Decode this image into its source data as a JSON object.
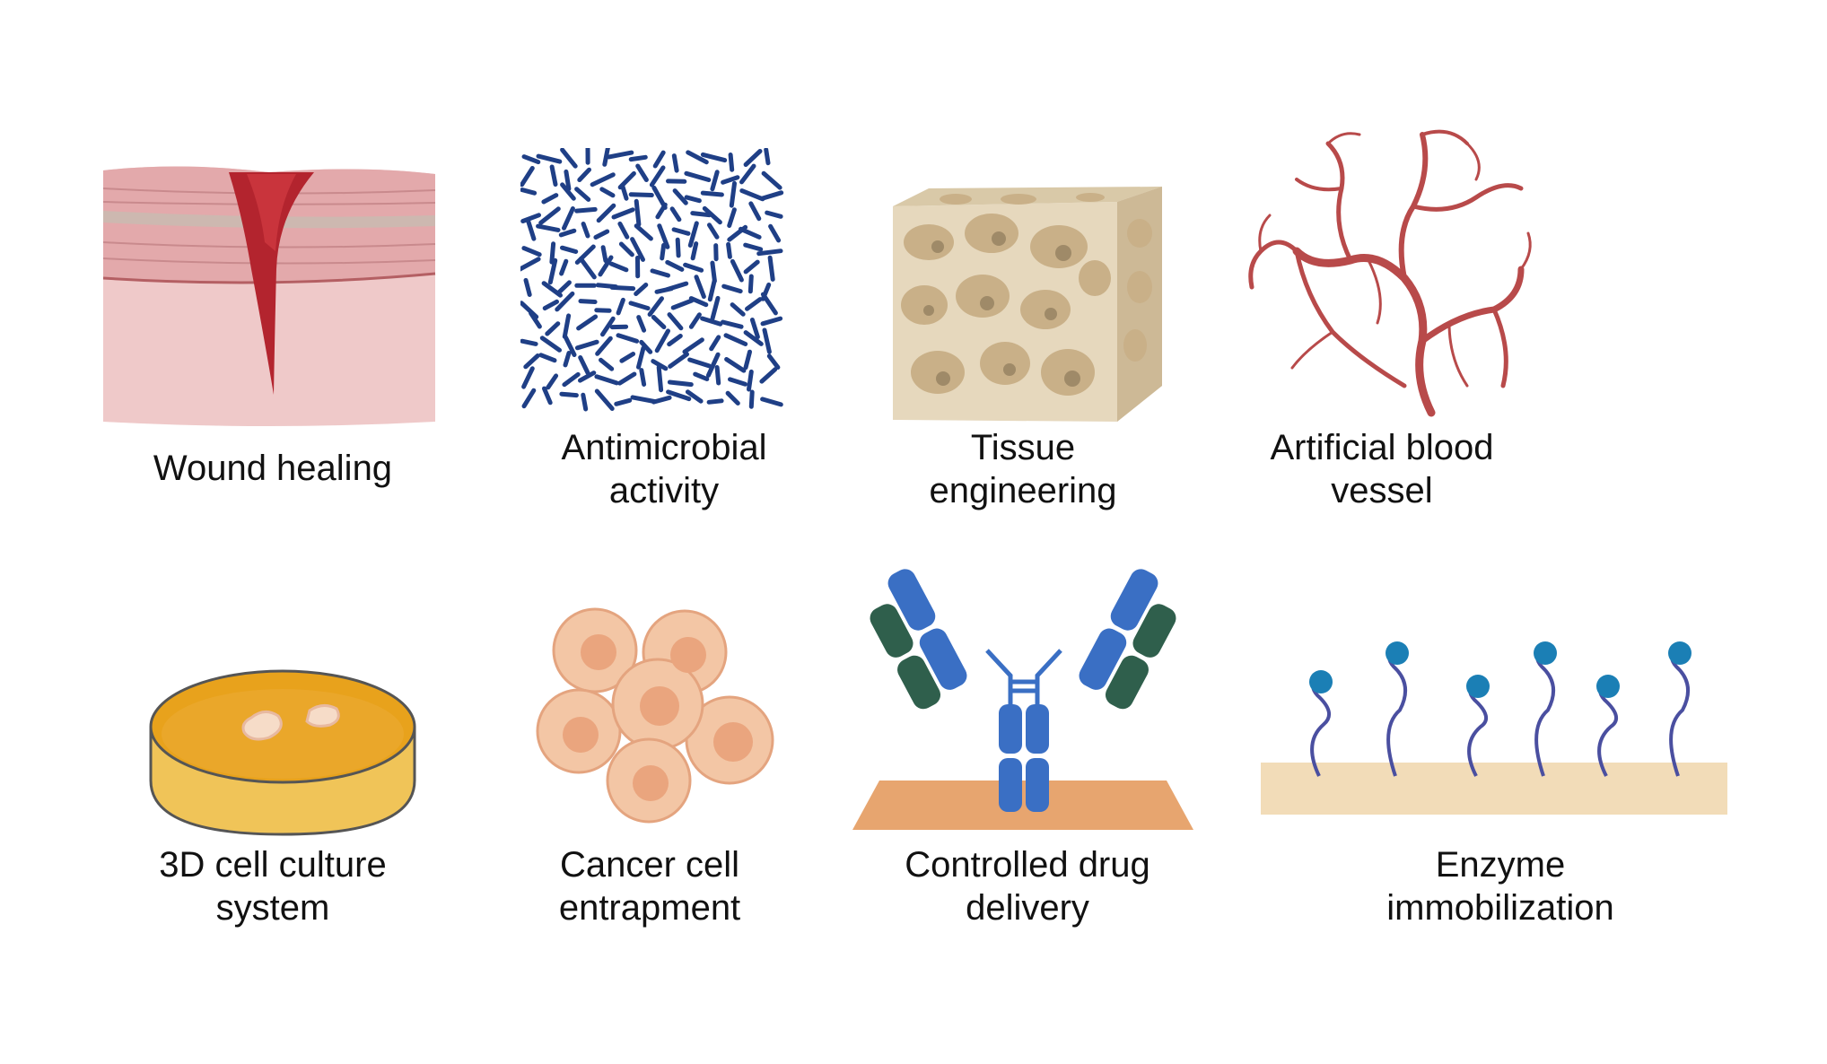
{
  "panels": [
    {
      "id": "wound-healing",
      "label": [
        "Wound healing"
      ],
      "icon": "skin-wound-icon"
    },
    {
      "id": "antimicrobial",
      "label": [
        "Antimicrobial",
        "activity"
      ],
      "icon": "bacteria-rods-icon"
    },
    {
      "id": "tissue-engineering",
      "label": [
        "Tissue",
        "engineering"
      ],
      "icon": "porous-scaffold-icon"
    },
    {
      "id": "blood-vessel",
      "label": [
        "Artificial blood",
        "vessel"
      ],
      "icon": "blood-vessel-network-icon"
    },
    {
      "id": "cell-culture",
      "label": [
        "3D cell culture",
        "system"
      ],
      "icon": "petri-dish-icon"
    },
    {
      "id": "cancer-cell",
      "label": [
        "Cancer cell",
        "entrapment"
      ],
      "icon": "cells-cluster-icon"
    },
    {
      "id": "drug-delivery",
      "label": [
        "Controlled drug",
        "delivery"
      ],
      "icon": "antibody-icon"
    },
    {
      "id": "enzyme",
      "label": [
        "Enzyme",
        "immobilization"
      ],
      "icon": "immobilized-enzymes-icon"
    }
  ],
  "colors": {
    "skin": "#eec6c6",
    "skin_line": "#b45f63",
    "wound": "#b3242e",
    "bacteria": "#1f3f86",
    "scaffold": "#e9dcc3",
    "scaffold_pore": "#cbb48e",
    "vessel": "#b84a4a",
    "dish": "#e8a21c",
    "dish_rim": "#555555",
    "cell": "#f3c6a5",
    "cell_nucleus": "#eaa57e",
    "antibody_blue": "#3a6fc4",
    "antibody_green": "#2f5f4c",
    "plate": "#e7a56f",
    "enzyme_stem": "#4a4fa0",
    "enzyme_head": "#1b7fb5",
    "surface": "#f2dcb8"
  }
}
